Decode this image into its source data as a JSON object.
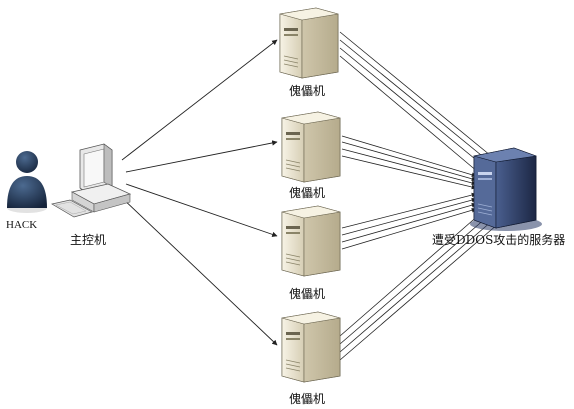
{
  "nodes": {
    "hacker": {
      "label": "HACK",
      "icon": "hacker-person-icon"
    },
    "master": {
      "label": "主控机",
      "icon": "computer-icon"
    },
    "zombies": [
      {
        "label": "傀儡机",
        "icon": "server-icon"
      },
      {
        "label": "傀儡机",
        "icon": "server-icon"
      },
      {
        "label": "傀儡机",
        "icon": "server-icon"
      },
      {
        "label": "傀儡机",
        "icon": "server-icon"
      }
    ],
    "victim": {
      "label": "遭受DDOS攻击的服务器",
      "icon": "dark-server-icon"
    }
  },
  "edges": {
    "master_to_zombies": 4,
    "zombie_to_victim_lines_each": 4
  },
  "colors": {
    "line": "#222222",
    "hacker_body": "#1f3350",
    "server_body": "#e9e2cc",
    "victim_body": "#2e3f66"
  }
}
